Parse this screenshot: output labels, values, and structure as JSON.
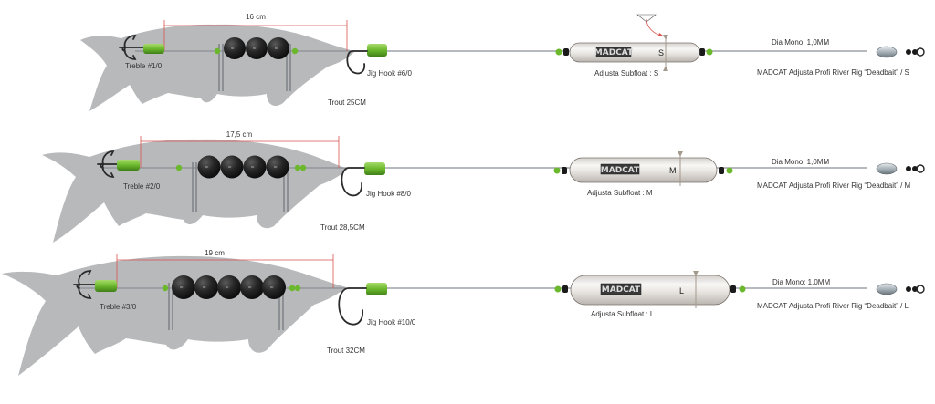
{
  "rigs": [
    {
      "length_label": "16 cm",
      "treble_label": "Treble #1/0",
      "jig_label": "Jig Hook #6/0",
      "trout_label": "Trout 25CM",
      "float_brand": "MADCAT",
      "float_size": "S",
      "float_label": "Adjusta Subfloat : S",
      "mono_label": "Dia Mono: 1,0MM",
      "product_label": "MADCAT Adjusta Profi River Rig “Deadbait” / S"
    },
    {
      "length_label": "17,5 cm",
      "treble_label": "Treble #2/0",
      "jig_label": "Jig Hook #8/0",
      "trout_label": "Trout 28,5CM",
      "float_brand": "MADCAT",
      "float_size": "M",
      "float_label": "Adjusta Subfloat : M",
      "mono_label": "Dia Mono: 1,0MM",
      "product_label": "MADCAT Adjusta Profi River Rig “Deadbait” / M"
    },
    {
      "length_label": "19 cm",
      "treble_label": "Treble #3/0",
      "jig_label": "Jig Hook #10/0",
      "trout_label": "Trout 32CM",
      "float_brand": "MADCAT",
      "float_size": "L",
      "float_label": "Adjusta Subfloat : L",
      "mono_label": "Dia Mono: 1,0MM",
      "product_label": "MADCAT Adjusta Profi River Rig “Deadbait” / L"
    }
  ],
  "colors": {
    "fish": "#b7b9bb",
    "line": "#8a9096",
    "measure": "#d9534f",
    "tube": "#7ec242",
    "bead": "#222222",
    "hook": "#2a2a2a",
    "label": "#333333"
  }
}
